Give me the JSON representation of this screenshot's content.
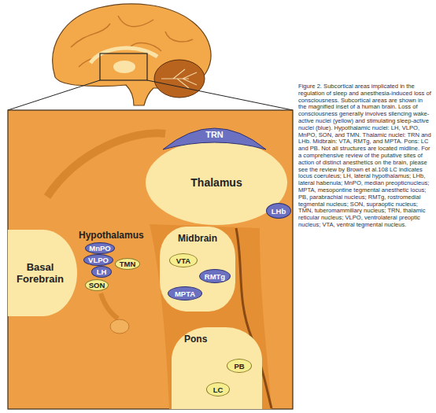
{
  "diagram": {
    "caption": "Figure 2. Subcortical areas implicated in the regulation of sleep and anesthesia-induced loss of consciousness. Subcortical areas are shown in the magnified inset of a human brain. Loss of consciousness generally involves silencing wake-active nuclei (yellow) and stimulating sleep-active nuclei (blue). Hypothalamic nuclei: LH, VLPO, MnPO, SON, and TMN. Thalamic nuclei: TRN and LHb. Midbrain: VTA, RMTg, and MPTA. Pons: LC and PB. Not all structures are located midline. For a comprehensive review of the putative sites of action of distinct anesthetics on the brain, please see the review by Brown et al.108 LC indicates locus coeruleus; LH, lateral hypothalamus; LHb, lateral habenula; MnPO, median preopticnucleus; MPTA, mesopontine tegmental anesthetic locus; PB, parabrachial nucleus; RMTg, rostromedial tegmental nucleus; SON, supraoptic nucleus; TMN, tuberomammillary nucleus; TRN, thalamic reticular nucleus; VLPO, ventrolateral preoptic nucleus; VTA, ventral tegmental nucleus.",
    "nodes": [
      {
        "text": [
          "TRN"
        ]
      },
      {
        "text": [
          "Thalamus"
        ]
      },
      {
        "text": [
          "LHb"
        ]
      },
      {
        "text": [
          "MnPO"
        ]
      },
      {
        "text": [
          "VLPO"
        ]
      },
      {
        "text": [
          "LH"
        ]
      },
      {
        "text": [
          "TMN"
        ]
      },
      {
        "text": [
          "SON"
        ]
      },
      {
        "text": [
          "Basal Forebrain"
        ]
      },
      {
        "text": [
          "Midbrain"
        ]
      },
      {
        "text": [
          "VTA"
        ],
        "in": 9
      },
      {
        "text": [
          "RMTg"
        ],
        "in": 9
      },
      {
        "text": [
          "MPTA"
        ],
        "in": 9
      },
      {
        "text": [
          "Pons"
        ]
      },
      {
        "text": [
          "PB"
        ],
        "in": 13
      },
      {
        "text": [
          "LC"
        ],
        "in": 13
      }
    ],
    "labels": [
      "Hypothalamus"
    ]
  }
}
